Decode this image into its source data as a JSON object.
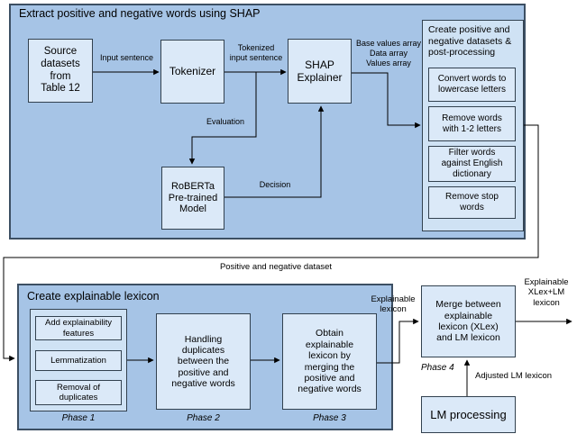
{
  "shap_section": {
    "title": "Extract positive and negative words using SHAP",
    "boxes": {
      "source": "Source\ndatasets\nfrom\nTable 12",
      "tokenizer": "Tokenizer",
      "shap_explainer": "SHAP\nExplainer",
      "roberta": "RoBERTa\nPre-trained\nModel"
    },
    "edge_labels": {
      "input_sentence": "Input sentence",
      "tokenized_input": "Tokenized\ninput sentence",
      "shap_outputs": "Base values array\nData array\nValues array",
      "evaluation": "Evaluation",
      "decision": "Decision"
    },
    "postprocessing": {
      "title": "Create positive and\nnegative datasets &\npost-processing",
      "steps": [
        "Convert words to\nlowercase letters",
        "Remove words\nwith 1-2 letters",
        "Filter words\nagainst English\ndictionary",
        "Remove stop\nwords"
      ]
    }
  },
  "flow_labels": {
    "positive_negative_dataset": "Positive and negative dataset",
    "explainable_lexicon": "Explainable\nlexicon",
    "adjusted_lm_lexicon": "Adjusted LM lexicon",
    "output_lexicon": "Explainable\nXLex+LM\nlexicon"
  },
  "lexicon_section": {
    "title": "Create explainable lexicon",
    "phase1_steps": [
      "Add explainability\nfeatures",
      "Lemmatization",
      "Removal of\nduplicates"
    ],
    "phase2_box": "Handling\nduplicates\nbetween the\npositive and\nnegative words",
    "phase3_box": "Obtain\nexplainable\nlexicon by\nmerging the\npositive and\nnegative words",
    "phase_labels": [
      "Phase 1",
      "Phase 2",
      "Phase 3",
      "Phase 4"
    ]
  },
  "merge_section": {
    "merge_box": "Merge between\nexplainable\nlexicon (XLex)\nand LM lexicon",
    "lm_box": "LM processing"
  },
  "colors": {
    "container_fill": "#a6c4e6",
    "container_border": "#3c4f63",
    "box_fill": "#dbe9f8",
    "box_border": "#32414f",
    "group_fill": "#cfe2f4",
    "arrow": "#000000",
    "background": "#ffffff"
  }
}
